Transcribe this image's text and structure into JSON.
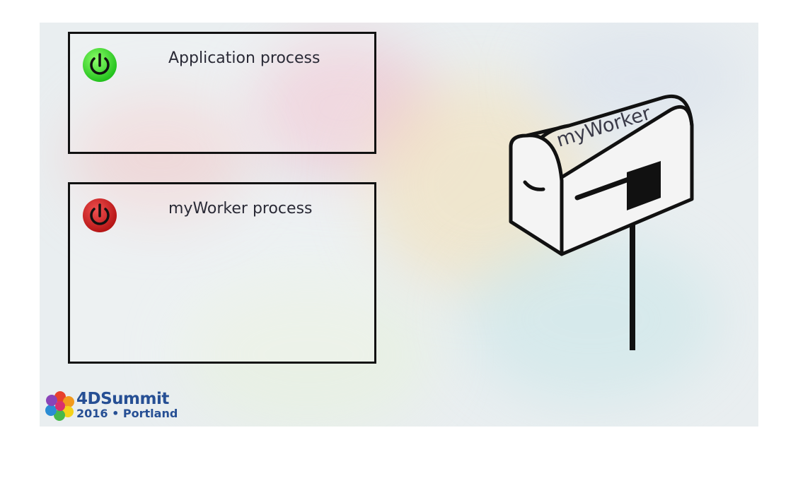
{
  "processes": [
    {
      "title": "Application process",
      "status": "on",
      "color": "#2ecc2e"
    },
    {
      "title": "myWorker process",
      "status": "off",
      "color": "#d42020"
    }
  ],
  "mailbox": {
    "label": "myWorker"
  },
  "logo": {
    "line1": "4DSummit",
    "line2": "2016 • Portland"
  },
  "colors": {
    "on": "#3fe03a",
    "off": "#d02222",
    "stroke": "#111111",
    "text": "#2a2a36",
    "logo": "#264f94"
  }
}
